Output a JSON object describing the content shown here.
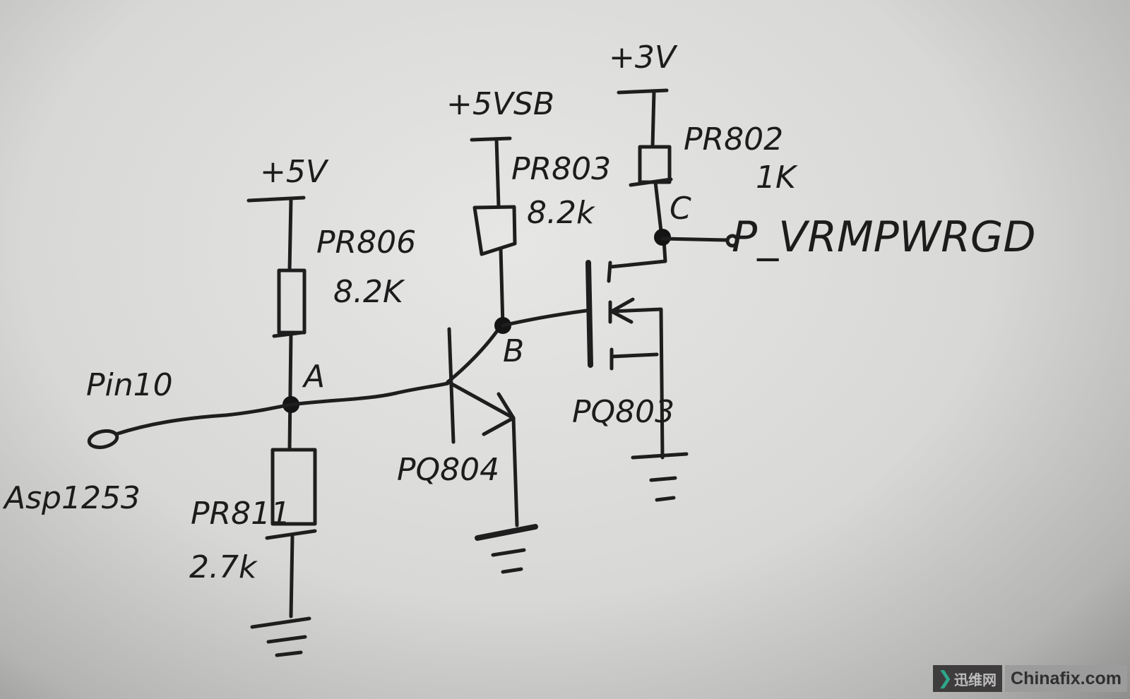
{
  "diagram": {
    "type": "hand-drawn circuit schematic",
    "rails": {
      "v5": "+5V",
      "v5sb": "+5VSB",
      "v3": "+3V"
    },
    "resistors": [
      {
        "ref": "PR806",
        "value": "8.2K"
      },
      {
        "ref": "PR811",
        "value": "2.7k"
      },
      {
        "ref": "PR803",
        "value": "8.2k"
      },
      {
        "ref": "PR802",
        "value": "1K"
      }
    ],
    "transistors": [
      {
        "ref": "PQ804",
        "kind": "NPN BJT"
      },
      {
        "ref": "PQ803",
        "kind": "N-channel MOSFET"
      }
    ],
    "nodes": {
      "a": "A",
      "b": "B",
      "c": "C"
    },
    "pins": {
      "input_label": "Pin10",
      "input_source": "Asp1253",
      "output_label": "P_VRMPWRGD"
    }
  },
  "watermark": {
    "chinese_text": "迅维网",
    "site_text": "Chinafix.com",
    "accent_color": "#2fa58a"
  }
}
